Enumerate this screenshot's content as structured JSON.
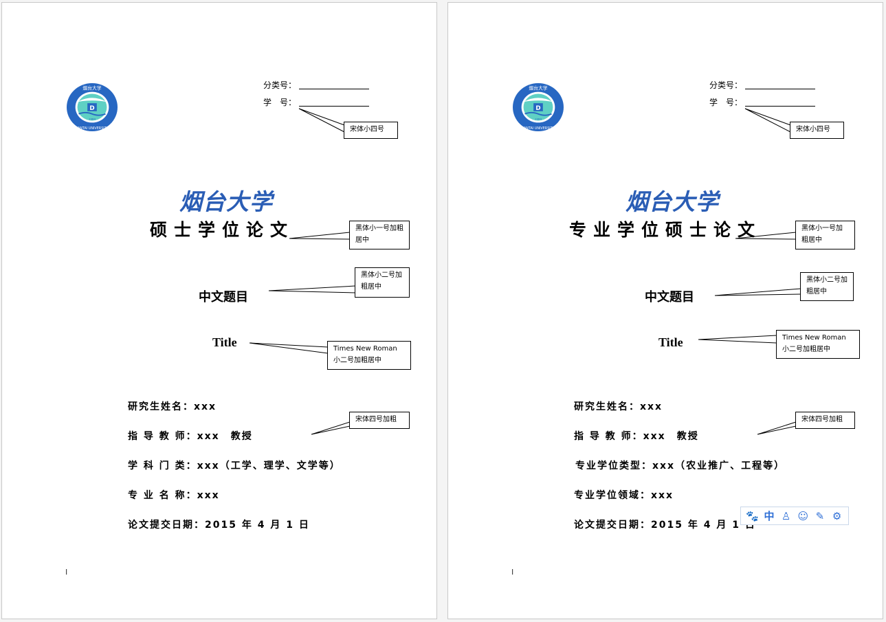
{
  "brand": {
    "name": "烟台大学",
    "color": "#2a5db5"
  },
  "logo": {
    "cn": "烟台大学",
    "en": "YANTAI UNIVERSITY",
    "year": "1984",
    "ring": "#2767c2",
    "center": "#5fd0c4"
  },
  "pages": [
    {
      "fields": {
        "class_no_label": "分类号：",
        "student_no_label": "学　号："
      },
      "callouts": {
        "fields_font": "宋体小四号",
        "title_font": "黑体小一号加粗居中",
        "cn_title_font": "黑体小二号加粗居中",
        "en_title_font": "Times New Roman 小二号加粗居中",
        "info_font": "宋体四号加粗"
      },
      "doc_title": "硕士学位论文",
      "cn_title": "中文题目",
      "en_title": "Title",
      "info": [
        {
          "label": "研究生姓名：",
          "value": "xxx"
        },
        {
          "label": "指 导 教 师：",
          "value": "xxx　教授"
        },
        {
          "label": "学 科 门 类：",
          "value": "xxx（工学、理学、文学等）"
        },
        {
          "label": "专 业 名 称：",
          "value": "xxx"
        },
        {
          "label": "论文提交日期：",
          "value": "2015 年 4 月 1 日"
        }
      ],
      "cursor": "I"
    },
    {
      "fields": {
        "class_no_label": "分类号：",
        "student_no_label": "学　号："
      },
      "callouts": {
        "fields_font": "宋体小四号",
        "title_font": "黑体小一号加粗居中",
        "cn_title_font": "黑体小二号加粗居中",
        "en_title_font": "Times New Roman 小二号加粗居中",
        "info_font": "宋体四号加粗"
      },
      "doc_title": "专业学位硕士论文",
      "cn_title": "中文题目",
      "en_title": "Title",
      "info": [
        {
          "label": "研究生姓名：",
          "value": "xxx"
        },
        {
          "label": "指 导 教 师：",
          "value": "xxx　教授"
        },
        {
          "label": "专业学位类型：",
          "value": "xxx（农业推广、工程等）"
        },
        {
          "label": "专业学位领域：",
          "value": "xxx"
        },
        {
          "label": "论文提交日期：",
          "value": "2015 年 4 月 1 日"
        }
      ],
      "cursor": "I"
    }
  ],
  "ime_toolbar": {
    "accent": "#2f6fd6",
    "items": [
      {
        "icon": "paw-icon",
        "glyph": "🐾"
      },
      {
        "icon": "chinese-mode-icon",
        "glyph": "中"
      },
      {
        "icon": "user-icon",
        "glyph": "♙"
      },
      {
        "icon": "emoji-icon",
        "glyph": "☺"
      },
      {
        "icon": "pen-icon",
        "glyph": "✎"
      },
      {
        "icon": "gear-icon",
        "glyph": "⚙"
      }
    ]
  }
}
